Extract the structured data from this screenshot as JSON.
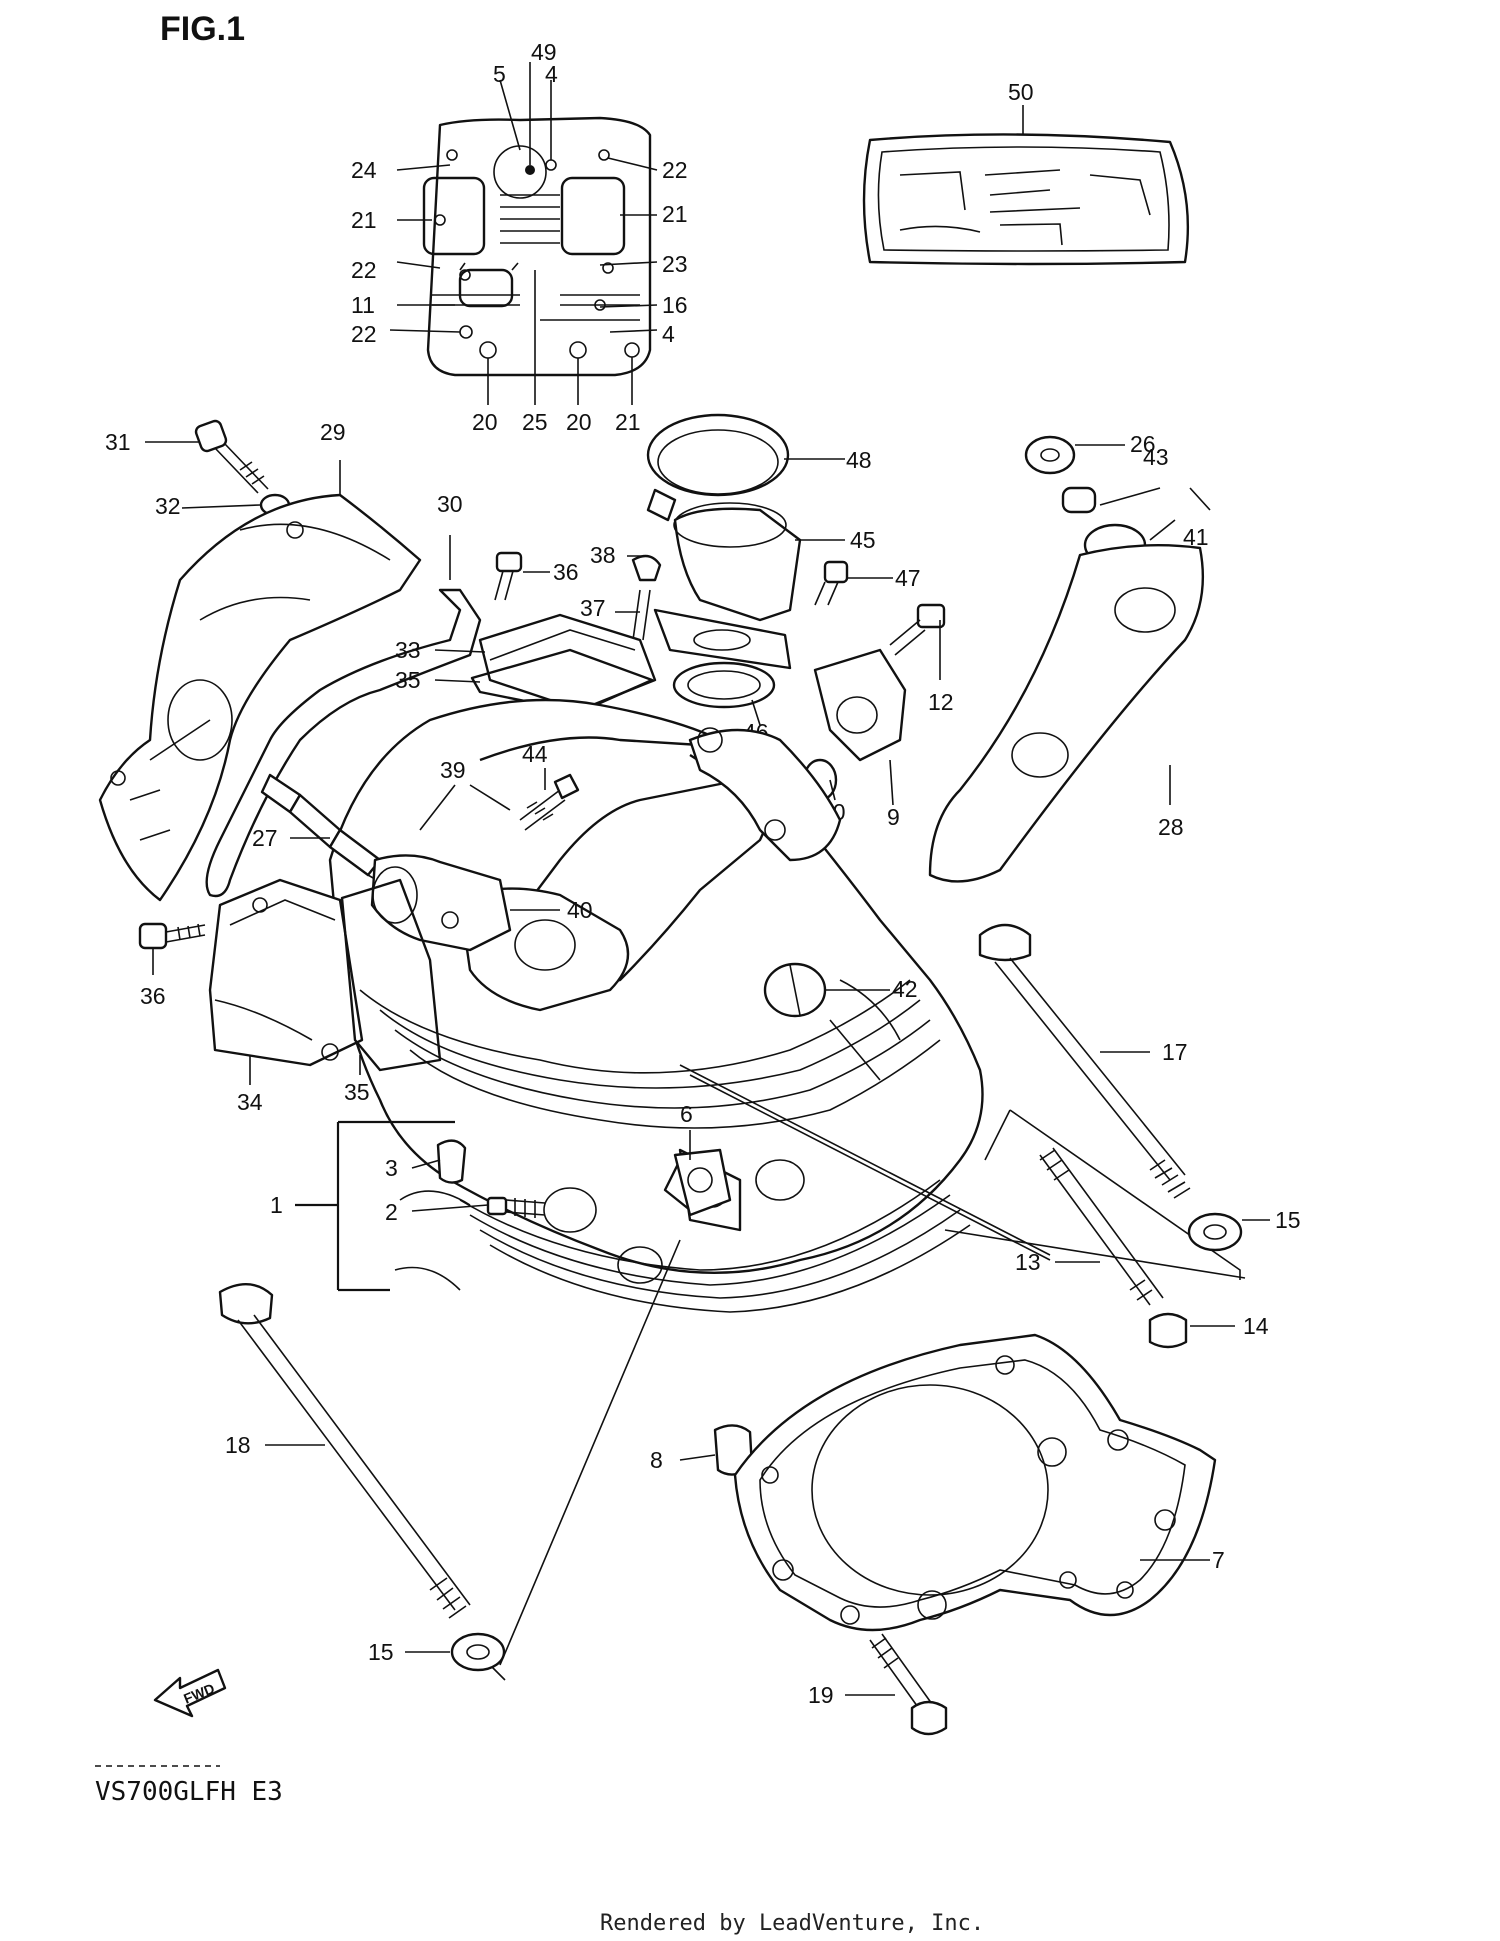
{
  "figure": {
    "title": "FIG.1"
  },
  "model_code": "VS700GLFH  E3",
  "footer": "Rendered by LeadVenture, Inc.",
  "fwd_arrow": {
    "label": "FWD"
  },
  "labels": {
    "l49": "49",
    "l5": "5",
    "l4a": "4",
    "l24": "24",
    "l22a": "22",
    "l21a": "21",
    "l21b": "21",
    "l22b": "22",
    "l23": "23",
    "l11": "11",
    "l16": "16",
    "l22c": "22",
    "l4b": "4",
    "l20a": "20",
    "l25": "25",
    "l20b": "20",
    "l21c": "21",
    "l50": "50",
    "l31": "31",
    "l29": "29",
    "l32": "32",
    "l30": "30",
    "l48": "48",
    "l45": "45",
    "l26": "26",
    "l43": "43",
    "l41": "41",
    "l36a": "36",
    "l38": "38",
    "l47": "47",
    "l37": "37",
    "l33": "33",
    "l35a": "35",
    "l12": "12",
    "l46": "46",
    "l44": "44",
    "l39": "39",
    "l10": "10",
    "l9": "9",
    "l28": "28",
    "l27": "27",
    "l40": "40",
    "l36b": "36",
    "l42": "42",
    "l17": "17",
    "l34": "34",
    "l35b": "35",
    "l6": "6",
    "l3": "3",
    "l1": "1",
    "l2": "2",
    "l15a": "15",
    "l13": "13",
    "l14": "14",
    "l18": "18",
    "l8": "8",
    "l7": "7",
    "l15b": "15",
    "l19": "19"
  }
}
